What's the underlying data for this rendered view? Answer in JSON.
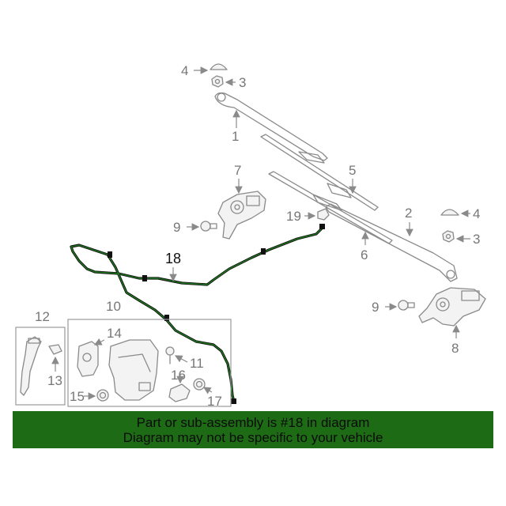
{
  "callouts": {
    "c1": "1",
    "c2": "2",
    "c3a": "3",
    "c3b": "3",
    "c4a": "4",
    "c4b": "4",
    "c5": "5",
    "c6": "6",
    "c7": "7",
    "c8": "8",
    "c9a": "9",
    "c9b": "9",
    "c10": "10",
    "c11": "11",
    "c12": "12",
    "c13": "13",
    "c14": "14",
    "c15": "15",
    "c16": "16",
    "c17": "17",
    "c18": "18",
    "c19": "19"
  },
  "banner": {
    "line1": "Part or sub-assembly is #18 in diagram",
    "line2": "Diagram may not be specific to your vehicle",
    "background": "#1e6b16"
  },
  "colors": {
    "highlight_part": "#111111",
    "other_parts": "#8a8a8a"
  }
}
